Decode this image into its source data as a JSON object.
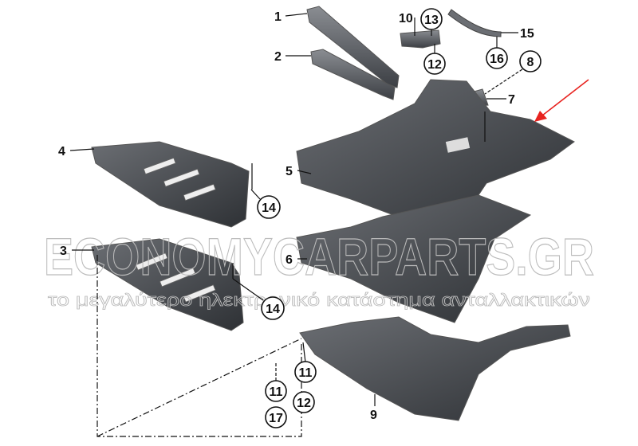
{
  "diagram": {
    "callouts": [
      {
        "id": "1",
        "style": "plain"
      },
      {
        "id": "2",
        "style": "plain"
      },
      {
        "id": "10",
        "style": "plain"
      },
      {
        "id": "13",
        "style": "circle"
      },
      {
        "id": "12",
        "style": "circle"
      },
      {
        "id": "15",
        "style": "plain"
      },
      {
        "id": "16",
        "style": "circle"
      },
      {
        "id": "8",
        "style": "circle"
      },
      {
        "id": "7",
        "style": "plain"
      },
      {
        "id": "4",
        "style": "plain"
      },
      {
        "id": "5",
        "style": "plain"
      },
      {
        "id": "14",
        "style": "circle"
      },
      {
        "id": "3",
        "style": "plain"
      },
      {
        "id": "6",
        "style": "plain"
      },
      {
        "id": "14",
        "style": "circle"
      },
      {
        "id": "11",
        "style": "circle"
      },
      {
        "id": "11",
        "style": "circle"
      },
      {
        "id": "12",
        "style": "circle"
      },
      {
        "id": "17",
        "style": "circle"
      },
      {
        "id": "9",
        "style": "plain"
      }
    ],
    "highlight_color": "#e8231f",
    "part_color": "#4a4d52"
  },
  "watermark": {
    "brand": "ECONOMYCARPARTS.GR",
    "tagline": "το μεγαλύτερο ηλεκτρονικό κατάστημα ανταλλακτικών"
  }
}
